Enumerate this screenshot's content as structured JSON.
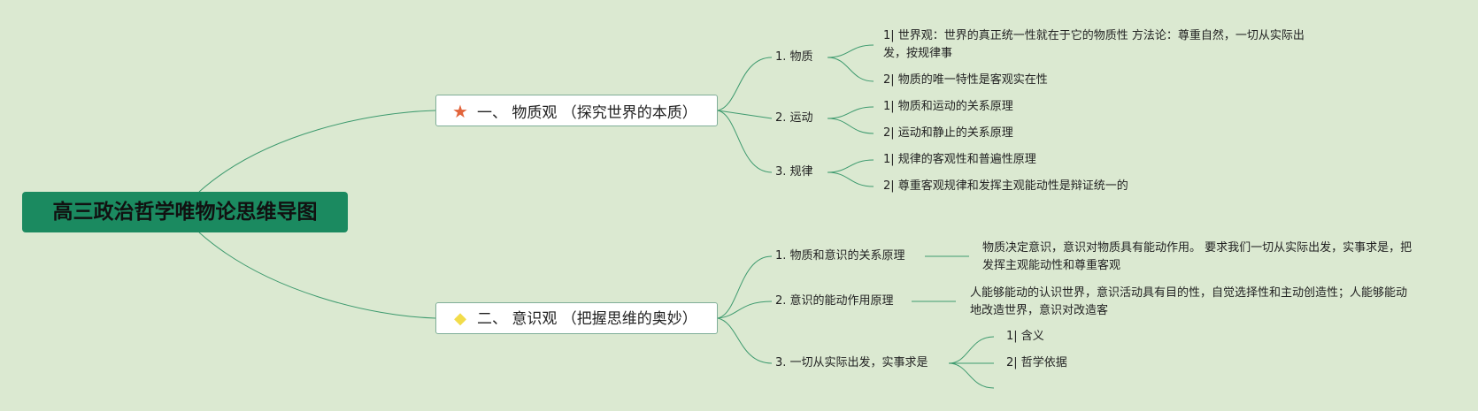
{
  "root": {
    "title": "高三政治哲学唯物论思维导图"
  },
  "branches": [
    {
      "title": "一、 物质观 （探究世界的本质）",
      "icon": "star-icon",
      "children": [
        {
          "label": "1. 物质",
          "items": [
            "1| 世界观：世界的真正统一性就在于它的物质性 方法论：尊重自然，一切从实际出发，按规律事",
            "2| 物质的唯一特性是客观实在性"
          ]
        },
        {
          "label": "2. 运动",
          "items": [
            "1| 物质和运动的关系原理",
            "2| 运动和静止的关系原理"
          ]
        },
        {
          "label": "3. 规律",
          "items": [
            "1| 规律的客观性和普遍性原理",
            "2| 尊重客观规律和发挥主观能动性是辩证统一的"
          ]
        }
      ]
    },
    {
      "title": "二、 意识观 （把握思维的奥妙）",
      "icon": "gem-icon",
      "children": [
        {
          "label": "1. 物质和意识的关系原理",
          "items": [
            "物质决定意识，意识对物质具有能动作用。 要求我们一切从实际出发，实事求是，把发挥主观能动性和尊重客观"
          ]
        },
        {
          "label": "2. 意识的能动作用原理",
          "items": [
            "人能够能动的认识世界，意识活动具有目的性，自觉选择性和主动创造性；人能够能动地改造世界，意识对改造客"
          ]
        },
        {
          "label": "3. 一切从实际出发，实事求是",
          "items": [
            "1| 含义",
            "2| 哲学依据"
          ]
        }
      ]
    }
  ],
  "colors": {
    "line": "#3d9a6e",
    "root_bg": "#1b8a60",
    "background": "#dbe9d1"
  }
}
